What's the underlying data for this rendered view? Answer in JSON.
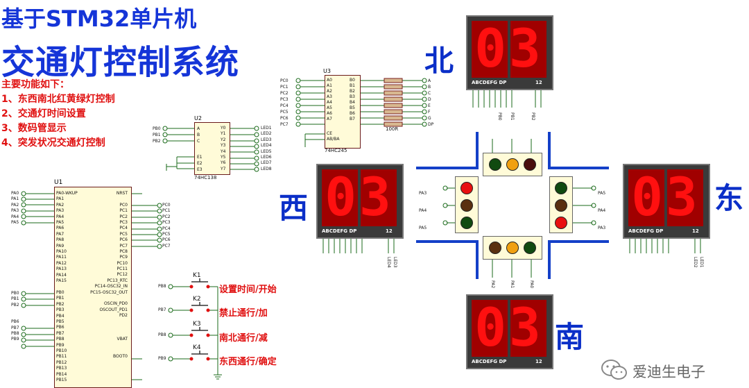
{
  "title": {
    "line1": "基于STM32单片机",
    "line2": "交通灯控制系统"
  },
  "features": {
    "heading": "主要功能如下：",
    "items": [
      "1、东西南北红黄绿灯控制",
      "2、交通灯时间设置",
      "3、数码管显示",
      "4、突发状况交通灯控制"
    ]
  },
  "u3": {
    "ref": "U3",
    "part": "74HC245",
    "in_labels": [
      "PC0",
      "PC1",
      "PC2",
      "PC3",
      "PC4",
      "PC5",
      "PC6",
      "PC7"
    ],
    "a_pins": [
      "A0",
      "A1",
      "A2",
      "A3",
      "A4",
      "A5",
      "A6",
      "A7"
    ],
    "b_pins": [
      "B0",
      "B1",
      "B2",
      "B3",
      "B4",
      "B5",
      "B6",
      "B7"
    ],
    "pin_ce": "CE",
    "pin_ab": "AB/BA",
    "resistor": "100R",
    "out_labels": [
      "A",
      "B",
      "C",
      "D",
      "E",
      "F",
      "G",
      "DP"
    ]
  },
  "u2": {
    "ref": "U2",
    "part": "74HC138",
    "in_labels": [
      "PB0",
      "PB1",
      "PB2"
    ],
    "left_pins": [
      "A",
      "B",
      "C",
      "E1",
      "E2",
      "E3"
    ],
    "right_pins": [
      "Y0",
      "Y1",
      "Y2",
      "Y3",
      "Y4",
      "Y5",
      "Y6",
      "Y7"
    ],
    "out_labels": [
      "LED1",
      "LED2",
      "LED3",
      "LED4",
      "LED5",
      "LED6",
      "LED7",
      "LED8"
    ]
  },
  "u1": {
    "ref": "U1",
    "port_a_labels": [
      "PA0",
      "PA1",
      "PA2",
      "PA3",
      "PA4",
      "PA5"
    ],
    "left_pins": [
      "PA0-WKUP",
      "PA1",
      "PA2",
      "PA3",
      "PA4",
      "PA5",
      "PA6",
      "PA7",
      "PA8",
      "PA9",
      "PA10",
      "PA11",
      "PA12",
      "PA13",
      "PA14",
      "PA15",
      "",
      "PB0",
      "PB1",
      "PB2",
      "PB3",
      "PB4",
      "PB5",
      "PB6",
      "PB7",
      "PB8",
      "PB9",
      "PB10",
      "PB11",
      "PB12",
      "PB13",
      "PB14",
      "PB15"
    ],
    "right_pins": [
      "NRST",
      "",
      "PC0",
      "PC1",
      "PC2",
      "PC3",
      "PC4",
      "PC5",
      "PC6",
      "PC7",
      "PC8",
      "PC9",
      "PC10",
      "PC11",
      "PC12",
      "PC13_RTC",
      "PC14-OSC32_IN",
      "PC15-OSC32_OUT",
      "",
      "OSCIN_PD0",
      "OSCOUT_PD1",
      "PD2",
      "",
      "",
      "",
      "VBAT",
      "",
      "",
      "BOOT0"
    ],
    "port_c_labels": [
      "PC0",
      "PC1",
      "PC2",
      "PC3",
      "PC4",
      "PC5",
      "PC6",
      "PC7"
    ],
    "port_b_labels": [
      "PB0",
      "PB1",
      "PB2",
      "PB6",
      "PB7",
      "PB8",
      "PB9"
    ]
  },
  "keys": [
    {
      "ref": "K1",
      "net": "PB8",
      "label": "设置时间/开始"
    },
    {
      "ref": "K2",
      "net": "PB7",
      "label": "禁止通行/加"
    },
    {
      "ref": "K3",
      "net": "PB8",
      "label": "南北通行/减"
    },
    {
      "ref": "K4",
      "net": "PB9",
      "label": "东西通行/确定"
    }
  ],
  "directions": {
    "north": "北",
    "south": "南",
    "east": "东",
    "west": "西"
  },
  "displays": {
    "value": "03",
    "segment_label": "ABCDEFG  DP",
    "digit_pins": "12",
    "north_nets": [
      "PB0",
      "PB1",
      "PB2"
    ],
    "south_nets": [
      "PA2",
      "PA1",
      "PA0"
    ],
    "west_nets": [
      "LED4",
      "LED3"
    ],
    "east_nets": [
      "LED2",
      "LED1"
    ]
  },
  "lights": {
    "west_nets": [
      "PA3",
      "PA4",
      "PA5"
    ],
    "east_nets": [
      "PA5",
      "PA4",
      "PA3"
    ],
    "colors": {
      "red": "#e81010",
      "yellow": "#f0a010",
      "green": "#104a10",
      "off_red": "#4a0d0d",
      "off_brown": "#5a3010"
    }
  },
  "watermark": "爱迪生电子"
}
